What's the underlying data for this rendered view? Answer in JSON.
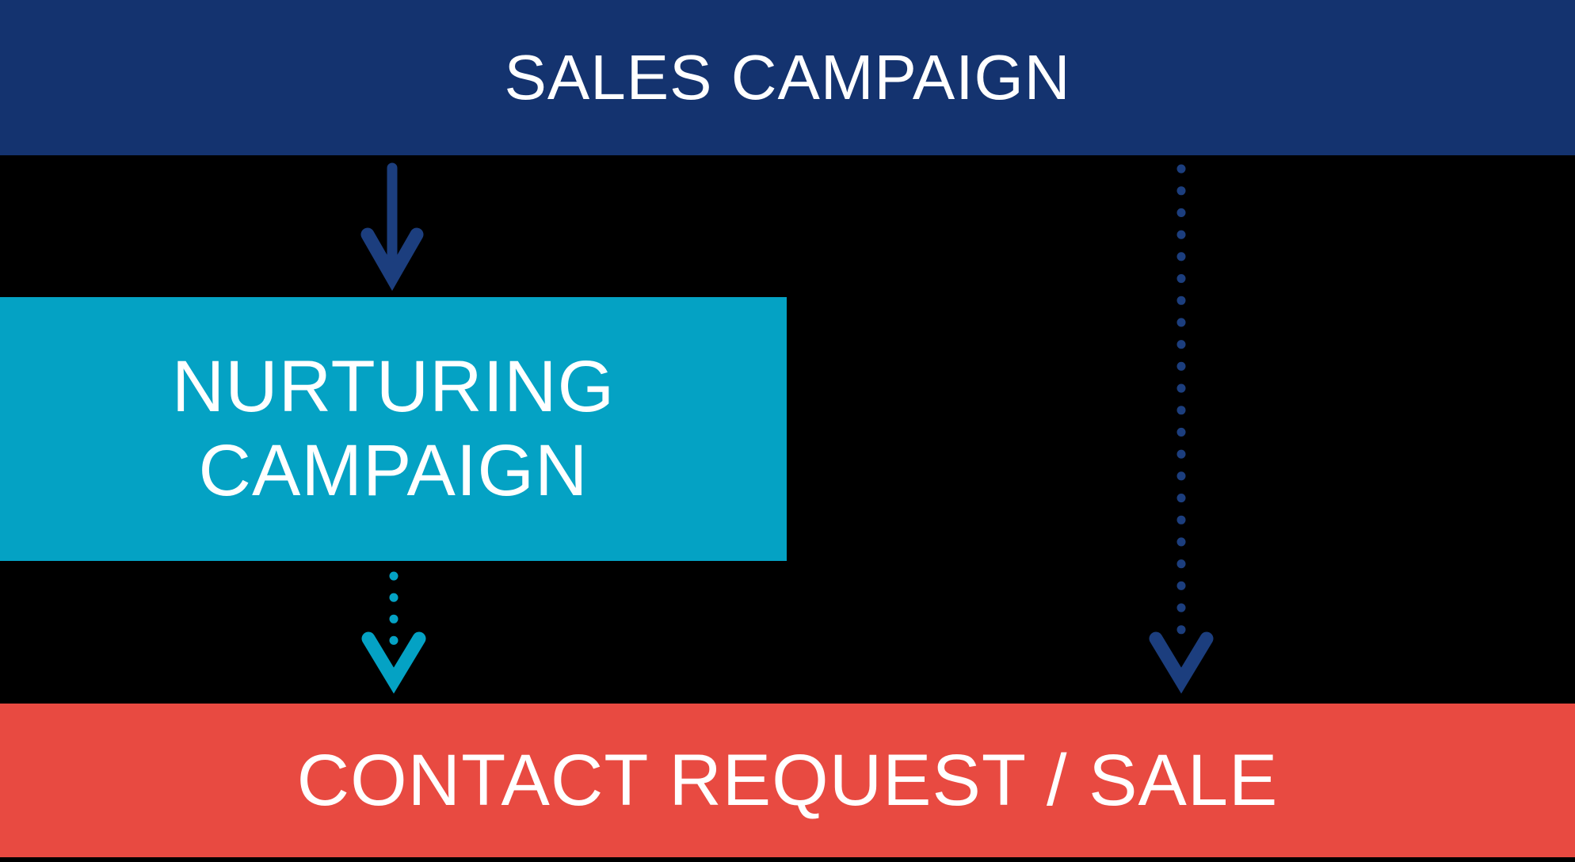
{
  "diagram": {
    "background_color": "#000000",
    "top_banner": {
      "label": "SALES CAMPAIGN",
      "color": "#14336F",
      "text_color": "#FFFFFF"
    },
    "nurturing_box": {
      "line1": "NURTURING",
      "line2": "CAMPAIGN",
      "color": "#04A2C4",
      "text_color": "#FFFFFF"
    },
    "bottom_banner": {
      "label": "CONTACT REQUEST / SALE",
      "color": "#E84A41",
      "text_color": "#FFFFFF"
    },
    "arrows": [
      {
        "name": "solid-down-arrow",
        "style": "solid",
        "color": "#1C3E7E",
        "from": "sales-campaign-banner",
        "to": "nurturing-campaign-box"
      },
      {
        "name": "dotted-down-arrow-teal",
        "style": "dotted",
        "color": "#04A2C4",
        "from": "nurturing-campaign-box",
        "to": "contact-request-banner"
      },
      {
        "name": "dotted-down-arrow-navy",
        "style": "dotted",
        "color": "#1C3E7E",
        "from": "sales-campaign-banner",
        "to": "contact-request-banner"
      }
    ]
  }
}
